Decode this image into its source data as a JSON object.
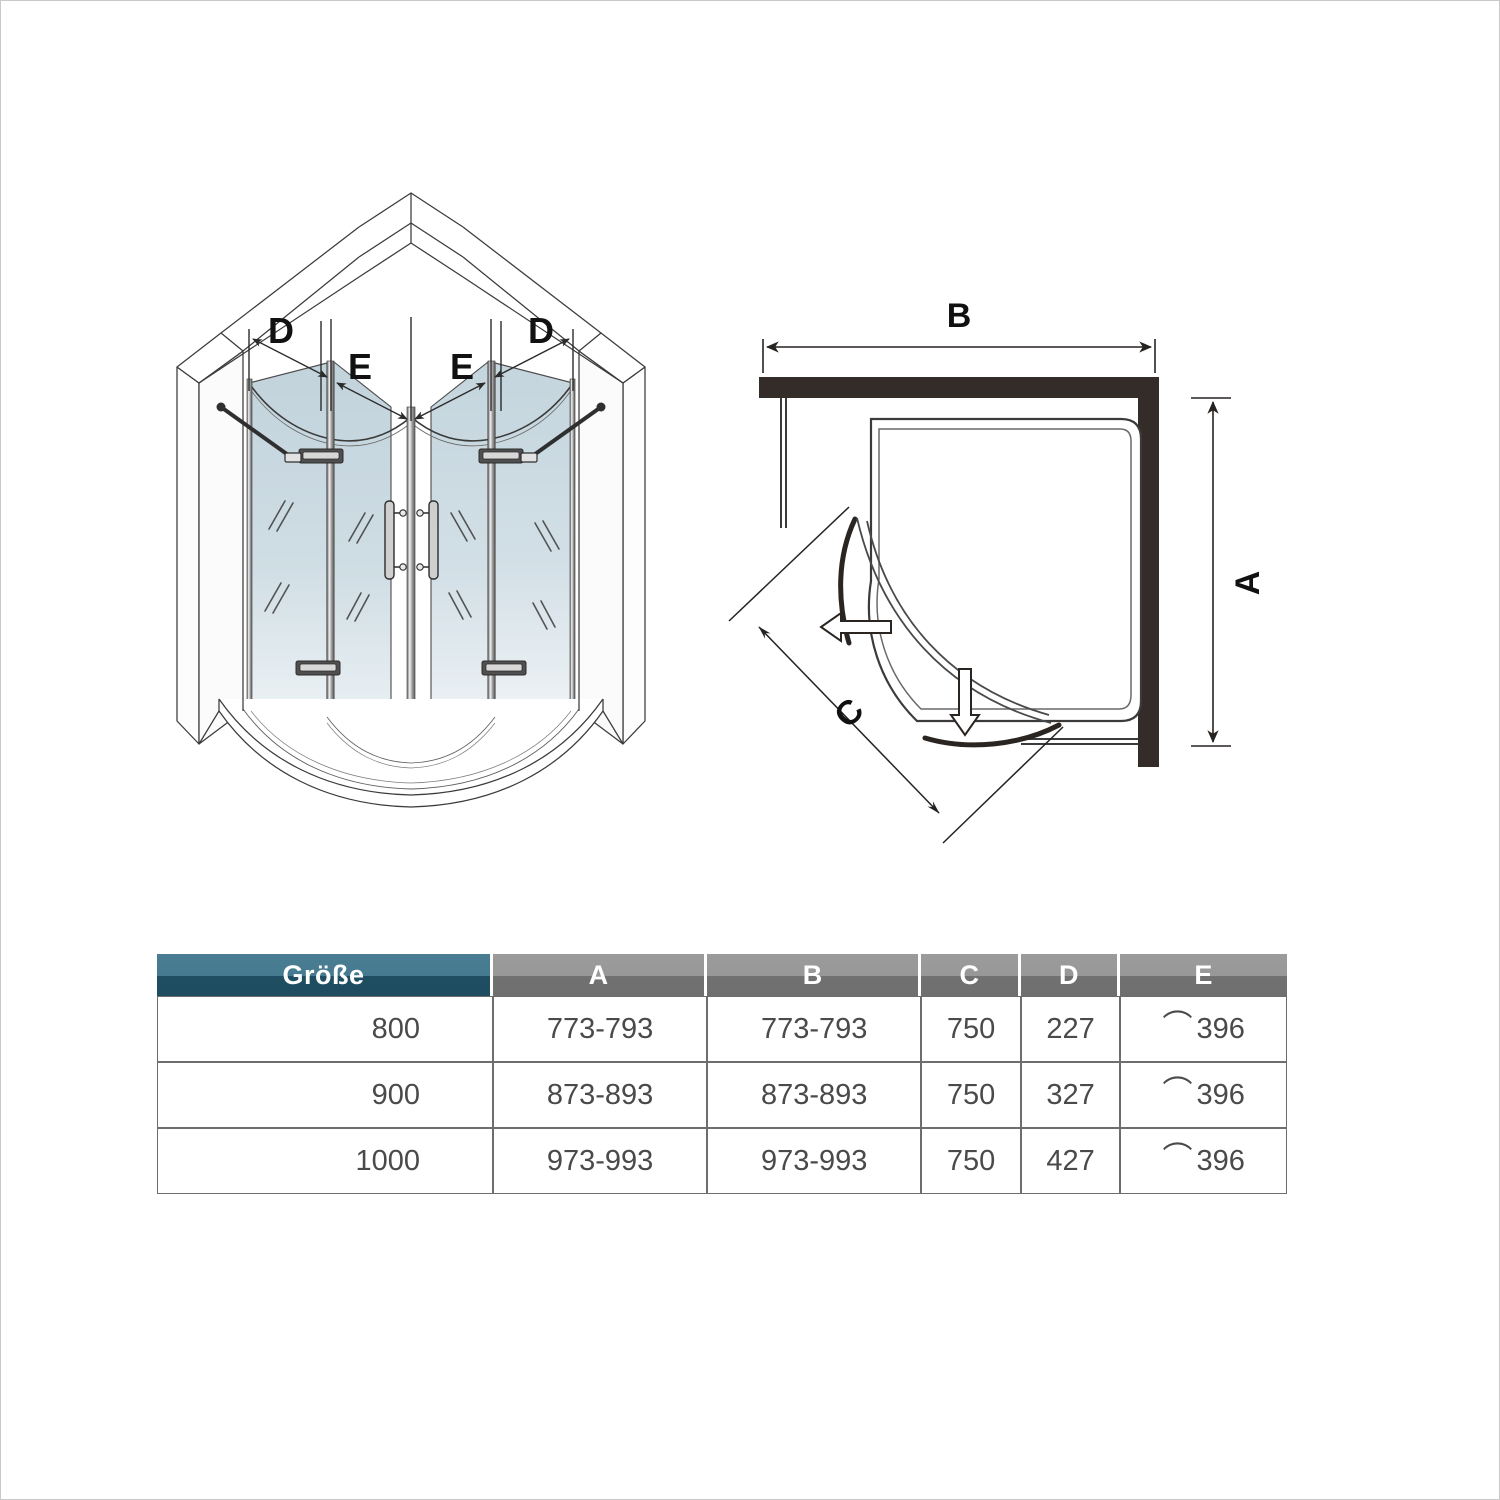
{
  "document": {
    "kind": "technical-drawing",
    "subject": "quadrant-shower-enclosure"
  },
  "iso_view": {
    "name": "isometric-view",
    "labels": [
      {
        "id": "d-left",
        "text": "D"
      },
      {
        "id": "e-left",
        "text": "E"
      },
      {
        "id": "e-right",
        "text": "E"
      },
      {
        "id": "d-right",
        "text": "D"
      }
    ],
    "glass_color": "#c6d6de",
    "outline_color": "#3a3a3a"
  },
  "plan_view": {
    "name": "plan-view",
    "labels": [
      {
        "id": "b-dim",
        "text": "B"
      },
      {
        "id": "a-dim",
        "text": "A"
      },
      {
        "id": "c-dim",
        "text": "C"
      }
    ],
    "wall_color": "#332c28",
    "outline_color": "#3a3a3a"
  },
  "table": {
    "name": "dimension-table",
    "headers": [
      {
        "key": "size",
        "label": "Größe",
        "accent": "#2e6176"
      },
      {
        "key": "a",
        "label": "A",
        "accent": "#868686"
      },
      {
        "key": "b",
        "label": "B",
        "accent": "#868686"
      },
      {
        "key": "c",
        "label": "C",
        "accent": "#868686"
      },
      {
        "key": "d",
        "label": "D",
        "accent": "#868686"
      },
      {
        "key": "e",
        "label": "E",
        "accent": "#868686"
      }
    ],
    "rows": [
      {
        "size": "800",
        "a": "773-793",
        "b": "773-793",
        "c": "750",
        "d": "227",
        "e_arc": "⌒",
        "e": "396"
      },
      {
        "size": "900",
        "a": "873-893",
        "b": "873-893",
        "c": "750",
        "d": "327",
        "e_arc": "⌒",
        "e": "396"
      },
      {
        "size": "1000",
        "a": "973-993",
        "b": "973-993",
        "c": "750",
        "d": "427",
        "e_arc": "⌒",
        "e": "396"
      }
    ]
  },
  "chart_data": {
    "type": "table",
    "title": "Größe",
    "categories": [
      "800",
      "900",
      "1000"
    ],
    "columns": [
      "Größe",
      "A",
      "B",
      "C",
      "D",
      "E"
    ],
    "series": [
      {
        "name": "A",
        "values": [
          "773-793",
          "873-893",
          "973-993"
        ]
      },
      {
        "name": "B",
        "values": [
          "773-793",
          "873-893",
          "973-993"
        ]
      },
      {
        "name": "C",
        "values": [
          750,
          750,
          750
        ]
      },
      {
        "name": "D",
        "values": [
          227,
          327,
          427
        ]
      },
      {
        "name": "E",
        "values": [
          396,
          396,
          396
        ]
      }
    ]
  }
}
